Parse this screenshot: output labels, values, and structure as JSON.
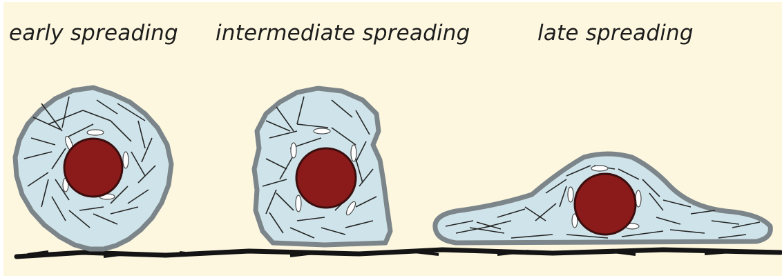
{
  "stages": [
    {
      "id": "early",
      "label": "early spreading"
    },
    {
      "id": "intermediate",
      "label": "intermediate spreading"
    },
    {
      "id": "late",
      "label": "late spreading"
    }
  ],
  "colors": {
    "background": "#fdf7df",
    "cytoplasm": "#cfe4ea",
    "membrane": "#7c868a",
    "nucleus": "#8b1a1a",
    "nucleus_outline": "#3a0e0e",
    "filaments": "#262626",
    "vesicles": "#ffffff",
    "substrate": "#141414"
  }
}
